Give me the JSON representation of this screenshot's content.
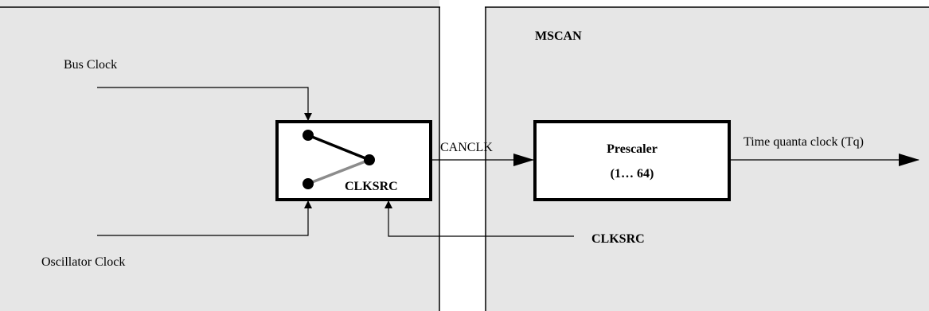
{
  "colors": {
    "panel_fill": "#e6e6e6",
    "line": "#000000",
    "switch_gray_arm": "#8c8c8c",
    "box_fill": "#ffffff"
  },
  "left_panel": {
    "bus_clock_label": "Bus Clock",
    "oscillator_clock_label": "Oscillator Clock",
    "mux_label": "CLKSRC",
    "select_signal_label": "CLKSRC"
  },
  "interconnect": {
    "canclk_label": "CANCLK"
  },
  "right_panel": {
    "title": "MSCAN",
    "prescaler_label": "Prescaler",
    "prescaler_range": "(1… 64)",
    "output_label": "Time quanta clock (Tq)"
  }
}
